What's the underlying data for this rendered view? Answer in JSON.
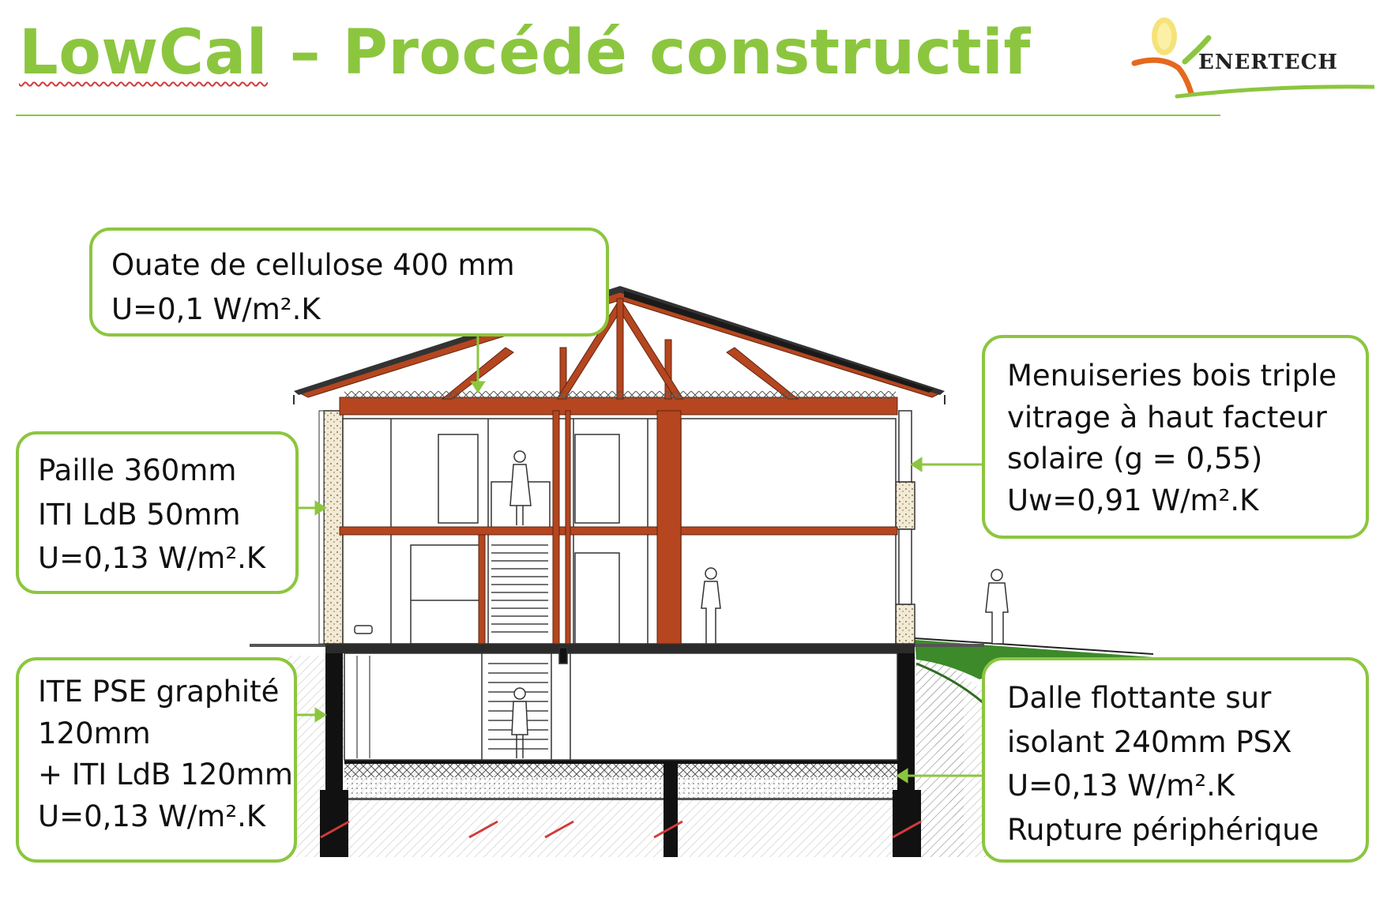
{
  "slide": {
    "title": "LowCal – Procédé constructif",
    "title_parts": {
      "brand": "LowCal",
      "rest": " – Procédé constructif"
    },
    "accent_color": "#8cc63f",
    "logo": {
      "text": "ENERTECH",
      "icon": "sun-figure-logo"
    }
  },
  "callouts": {
    "roof": {
      "line1": "Ouate de cellulose 400 mm",
      "line2": "U=0,1 W/m².K"
    },
    "wall": {
      "line1": "Paille 360mm",
      "line2": "ITI LdB 50mm",
      "line3": "U=0,13 W/m².K"
    },
    "ite": {
      "line1": "ITE PSE graphité",
      "line2": "120mm",
      "line3": "+ ITI LdB 120mm",
      "line4": "U=0,13 W/m².K"
    },
    "windows": {
      "line1": "Menuiseries bois triple",
      "line2": "vitrage à haut facteur",
      "line3": "solaire (g = 0,55)",
      "line4": "Uw=0,91 W/m².K"
    },
    "slab": {
      "line1": "Dalle flottante sur",
      "line2": "isolant 240mm PSX",
      "line3": "U=0,13 W/m².K",
      "line4": "Rupture périphérique"
    }
  },
  "colors": {
    "timber": "#b5461f",
    "concrete": "#111111",
    "insulation": "#f3ead6",
    "ground_green": "#3c8a2a"
  }
}
